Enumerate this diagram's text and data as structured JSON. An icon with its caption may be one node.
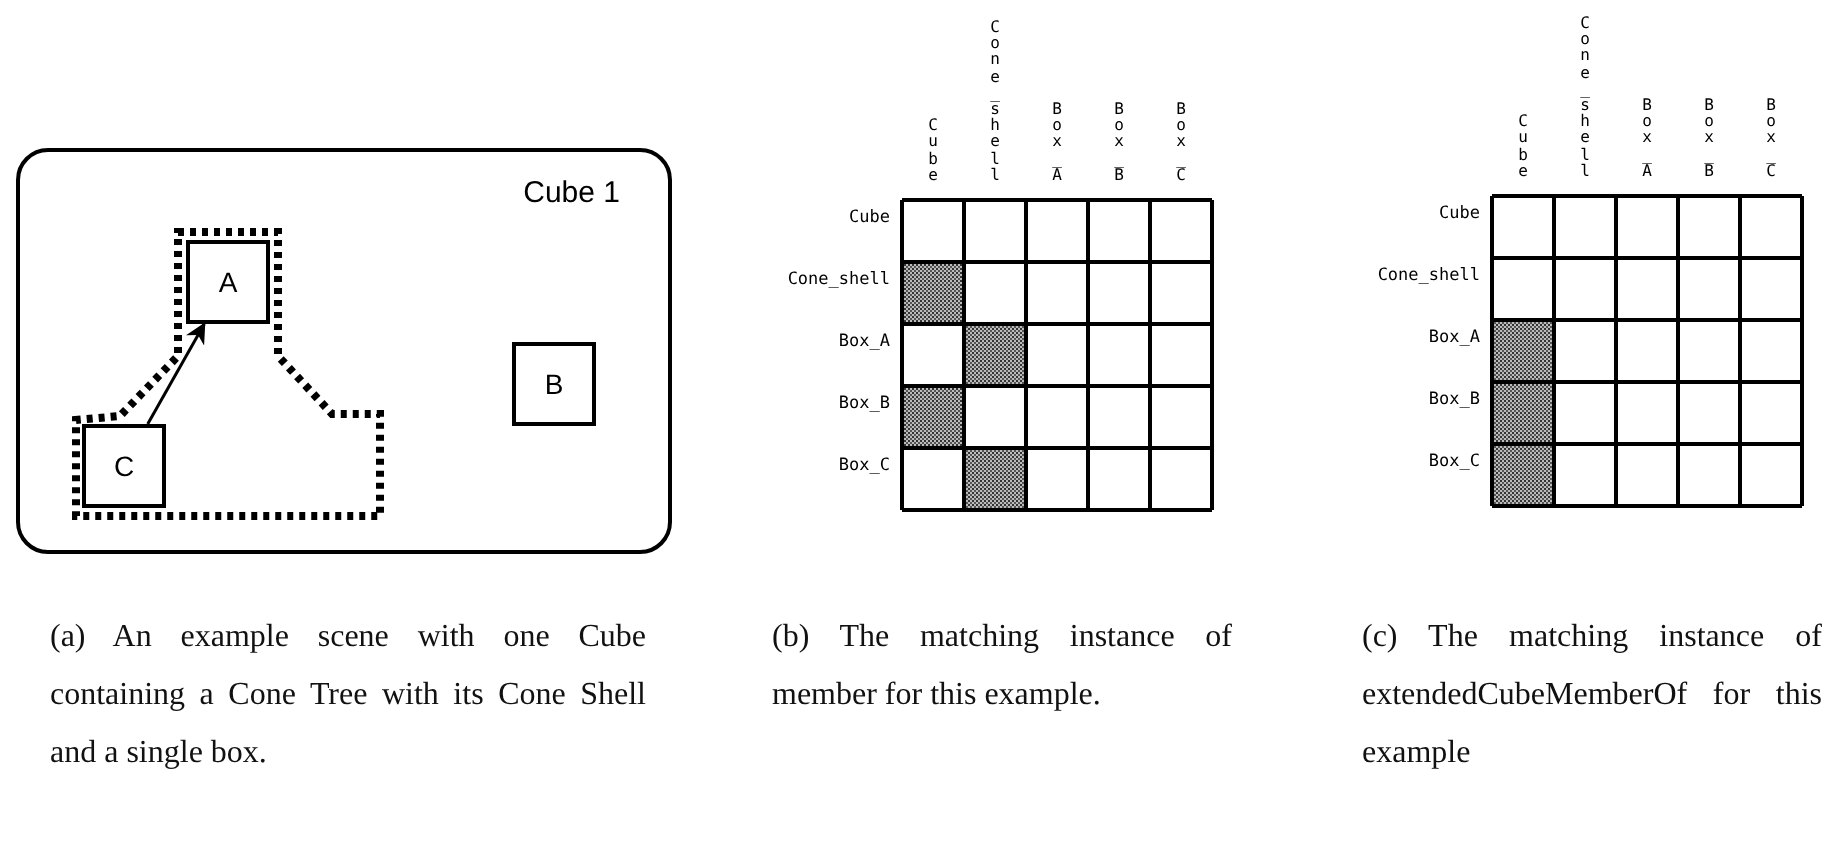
{
  "diagram": {
    "nodes": [
      {
        "text": [
          "Cube 1"
        ]
      },
      {
        "text": [
          "A"
        ],
        "in": 0
      },
      {
        "text": [
          "B"
        ],
        "in": 0
      },
      {
        "text": [
          "C"
        ],
        "in": 0
      }
    ],
    "edges": [
      {
        "from": 3,
        "to": 1,
        "arrow": "to"
      }
    ],
    "labels": [
      "Cube",
      "Cone_shell",
      "Box_A",
      "Box_B",
      "Box_C",
      "Cube",
      "Cone_shell",
      "Box_A",
      "Box_B",
      "Box_C",
      "Cube",
      "Cone_shell",
      "Box_A",
      "Box_B",
      "Box_C",
      "Cube",
      "Cone_shell",
      "Box_A",
      "Box_B",
      "Box_C",
      "(a) An example scene with one Cube containing a Cone Tree with its Cone Shell and a single box.",
      "(b) The matching instance of member for this example.",
      "(c) The matching instance of extendedCubeMemberOf for this example"
    ]
  }
}
